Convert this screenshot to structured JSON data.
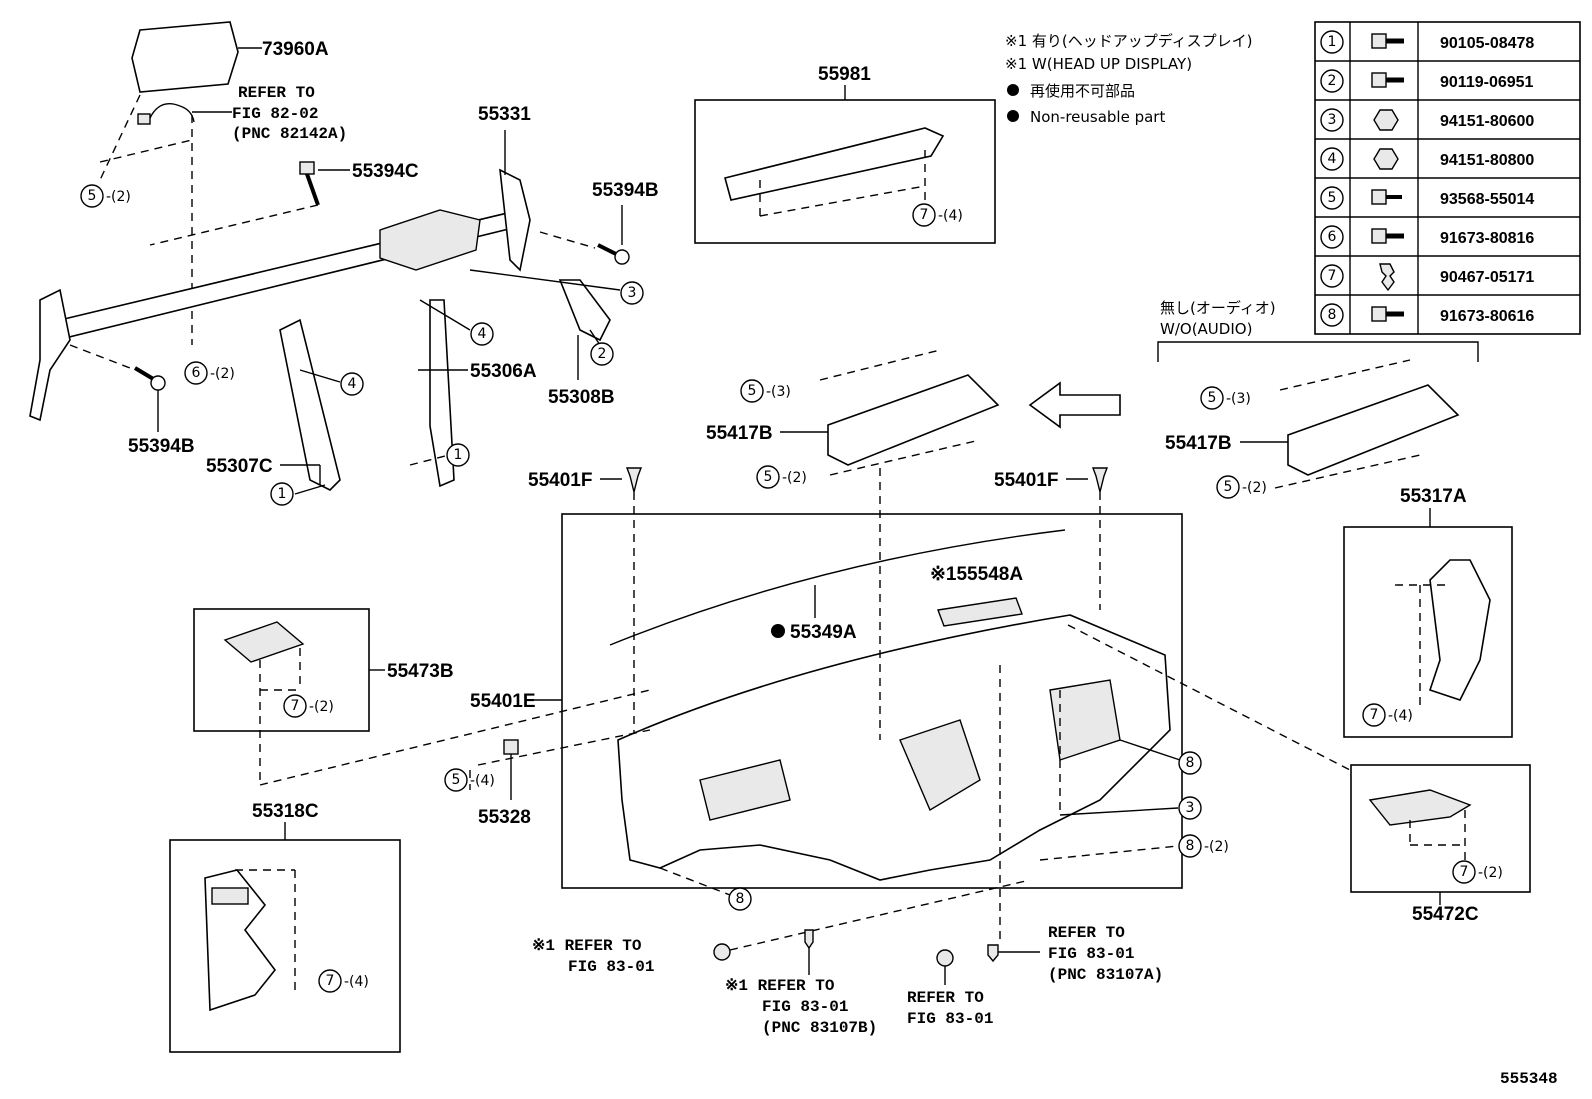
{
  "diagram_id": "555348",
  "notes": {
    "line1": "※1 有り(ヘッドアップディスプレイ)",
    "line2": "※1 W(HEAD UP DISPLAY)",
    "line3": "再使用不可部品",
    "line4": "Non-reusable part"
  },
  "fasteners": [
    {
      "num": "1",
      "part": "90105-08478"
    },
    {
      "num": "2",
      "part": "90119-06951"
    },
    {
      "num": "3",
      "part": "94151-80600"
    },
    {
      "num": "4",
      "part": "94151-80800"
    },
    {
      "num": "5",
      "part": "93568-55014"
    },
    {
      "num": "6",
      "part": "91673-80816"
    },
    {
      "num": "7",
      "part": "90467-05171"
    },
    {
      "num": "8",
      "part": "91673-80616"
    }
  ],
  "labels": {
    "p73960a": "73960A",
    "p55331": "55331",
    "p55394c": "55394C",
    "p55394b_top": "55394B",
    "p55394b_bot": "55394B",
    "p55306a": "55306A",
    "p55308b": "55308B",
    "p55307c": "55307C",
    "p55981": "55981",
    "p55417b_mid": "55417B",
    "p55417b_right": "55417B",
    "p55401f_left": "55401F",
    "p55401f_right": "55401F",
    "p55548a": "※155548A",
    "p55349a": "55349A",
    "p55473b": "55473B",
    "p55401e": "55401E",
    "p55328": "55328",
    "p55318c": "55318C",
    "p55317a": "55317A",
    "p55472c": "55472C",
    "wo_audio_jp": "無し(オーディオ)",
    "wo_audio_en": "W/O(AUDIO)"
  },
  "refs": {
    "r1_l1": "REFER TO",
    "r1_l2": "FIG 82-02",
    "r1_l3": "(PNC 82142A)",
    "r2_l1": "※1 REFER TO",
    "r2_l2": "FIG 83-01",
    "r3_l1": "※1 REFER TO",
    "r3_l2": "FIG 83-01",
    "r3_l3": "(PNC 83107B)",
    "r4_l1": "REFER TO",
    "r4_l2": "FIG 83-01",
    "r5_l1": "REFER TO",
    "r5_l2": "FIG 83-01",
    "r5_l3": "(PNC 83107A)"
  },
  "callouts": {
    "c5_a": "5",
    "q5_a": "-(2)",
    "c6": "6",
    "q6": "-(2)",
    "c3_a": "3",
    "c4_a": "4",
    "c2": "2",
    "c4_b": "4",
    "c1_a": "1",
    "c1_b": "1",
    "c7_a": "7",
    "q7_a": "-(4)",
    "c5_b": "5",
    "q5_b": "-(3)",
    "c5_c": "5",
    "q5_c": "-(2)",
    "c5_d": "5",
    "q5_d": "-(3)",
    "c5_e": "5",
    "q5_e": "-(2)",
    "c7_b": "7",
    "q7_b": "-(2)",
    "c5_f": "5",
    "q5_f": "-(4)",
    "c8_a": "8",
    "c3_b": "3",
    "c8_b": "8",
    "q8_b": "-(2)",
    "c8_c": "8",
    "c7_c": "7",
    "q7_c": "-(4)",
    "c7_d": "7",
    "q7_d": "-(4)",
    "c7_e": "7",
    "q7_e": "-(2)"
  }
}
